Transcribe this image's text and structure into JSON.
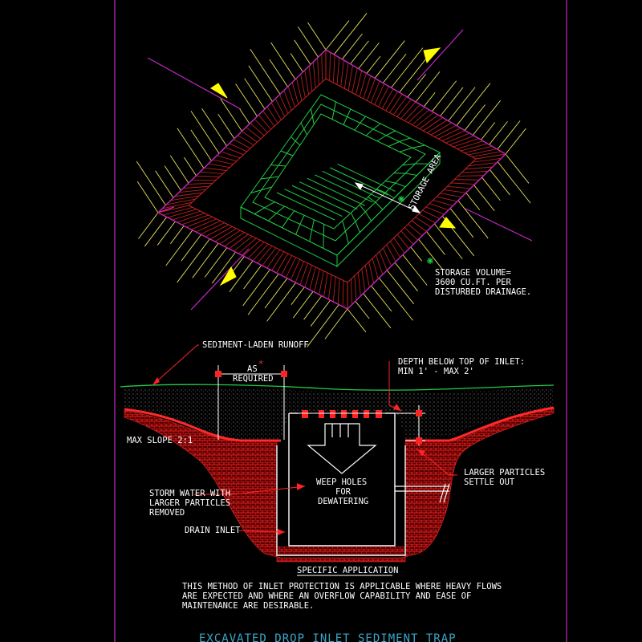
{
  "labels": {
    "storage_area": "STORAGE AREA",
    "storage_volume": [
      "STORAGE VOLUME=",
      "3600 CU.FT. PER",
      "DISTURBED DRAINAGE."
    ],
    "sediment_runoff": "SEDIMENT-LADEN RUNOFF",
    "as": "AS",
    "asterisk": "*",
    "required": "REQUIRED",
    "depth": [
      "DEPTH BELOW TOP OF INLET:",
      "MIN 1'  -  MAX 2'"
    ],
    "max_slope": "MAX SLOPE 2:1",
    "weep_holes": [
      "WEEP HOLES",
      "FOR",
      "DEWATERING"
    ],
    "larger_particles": [
      "LARGER PARTICLES",
      "SETTLE OUT"
    ],
    "storm_water": [
      "STORM WATER WITH",
      "LARGER PARTICLES",
      "REMOVED"
    ],
    "drain_inlet": "DRAIN INLET",
    "specific_application": "SPECIFIC APPLICATION",
    "note": [
      "THIS METHOD OF INLET PROTECTION IS APPLICABLE WHERE HEAVY FLOWS",
      "ARE EXPECTED AND WHERE AN OVERFLOW CAPABILITY AND EASE OF",
      "MAINTENANCE ARE DESIRABLE."
    ],
    "title": "EXCAVATED DROP INLET SEDIMENT TRAP"
  },
  "colors": {
    "background": "#000000",
    "frame": "#c428c4",
    "hatch": "#e8e25a",
    "pit": "#cc2222",
    "blocks": "#22cc44",
    "arrows": "#ffff00",
    "text": "#ffffff",
    "title": "#3aa6c9"
  }
}
